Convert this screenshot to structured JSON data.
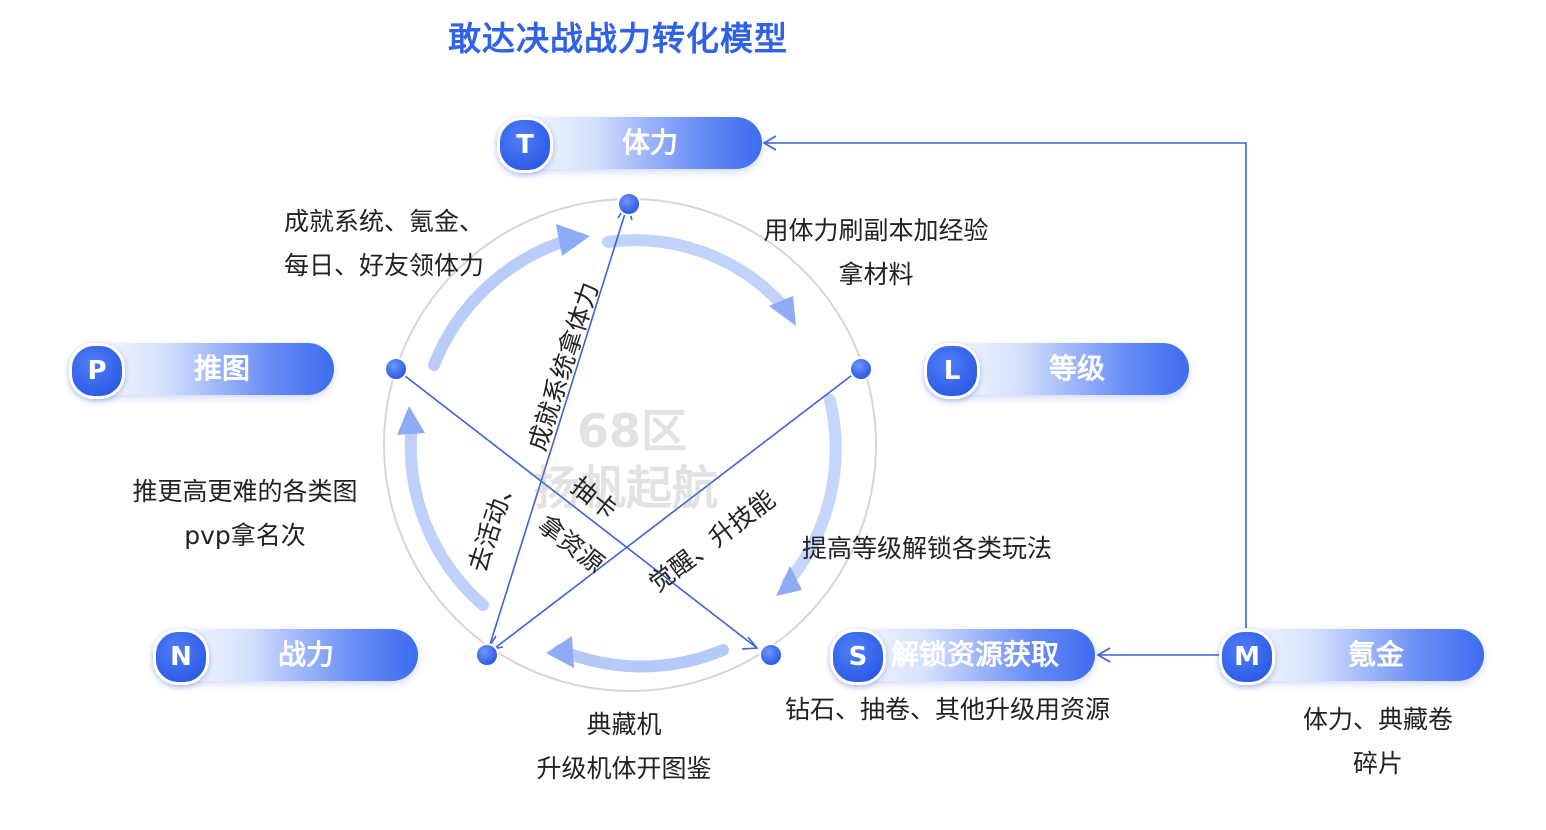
{
  "title": "敢达决战战力转化模型",
  "nodes": {
    "T": {
      "letter": "T",
      "label": "体力"
    },
    "L": {
      "letter": "L",
      "label": "等级"
    },
    "P": {
      "letter": "P",
      "label": "推图"
    },
    "N": {
      "letter": "N",
      "label": "战力"
    },
    "S": {
      "letter": "S",
      "label": "解锁资源获取"
    },
    "M": {
      "letter": "M",
      "label": "氪金"
    }
  },
  "annotations": {
    "stamina_sources": [
      "成就系统、氪金、",
      "每日、好友领体力"
    ],
    "use_stamina": [
      "用体力刷副本加经验",
      "拿材料"
    ],
    "push_map": [
      "推更高更难的各类图",
      "pvp拿名次"
    ],
    "level_unlock": "提高等级解锁各类玩法",
    "unlock_resources": "钻石、抽卷、其他升级用资源",
    "collection": [
      "典藏机",
      "升级机体开图鉴"
    ],
    "purchase": [
      "体力、典藏卷",
      "碎片"
    ]
  },
  "line_labels": {
    "achievement_stamina": "成就系统拿体力",
    "go_event": "去活动、",
    "draw_card": "抽卡",
    "get_resources": "拿资源",
    "awaken": "觉醒、升技能"
  },
  "watermark": {
    "line1": "68区",
    "line2": "扬帆起航"
  },
  "colors": {
    "accent": "#2f62e6",
    "line": "#3a63d6",
    "arrow": "#9bb6f7",
    "circle": "#d4d4d4"
  }
}
